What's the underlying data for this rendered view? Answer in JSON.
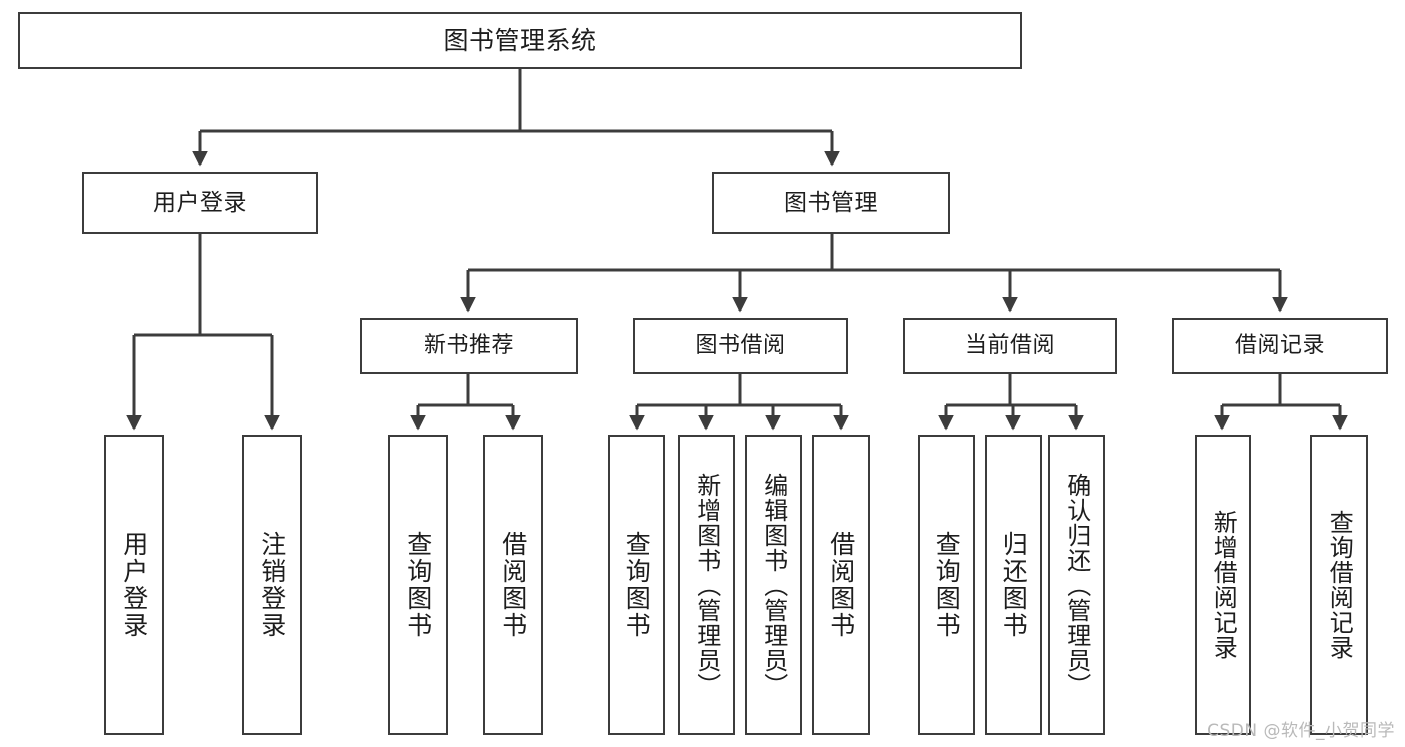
{
  "diagram": {
    "title": "图书管理系统",
    "watermark": "CSDN @软件_小贺同学",
    "colors": {
      "border": "#3c3c3c",
      "background": "#ffffff",
      "text": "#1d1d1d",
      "watermark": "#b9b9b9"
    },
    "root": {
      "label": "图书管理系统"
    },
    "level1": [
      {
        "label": "用户登录"
      },
      {
        "label": "图书管理"
      }
    ],
    "level2": [
      {
        "label": "新书推荐"
      },
      {
        "label": "图书借阅"
      },
      {
        "label": "当前借阅"
      },
      {
        "label": "借阅记录"
      }
    ],
    "leaves": {
      "user_login": [
        {
          "label": "用户登录"
        },
        {
          "label": "注销登录"
        }
      ],
      "new_book_recommend": [
        {
          "label": "查询图书"
        },
        {
          "label": "借阅图书"
        }
      ],
      "book_borrow": [
        {
          "label": "查询图书"
        },
        {
          "label": "新增图书（管理员）"
        },
        {
          "label": "编辑图书（管理员）"
        },
        {
          "label": "借阅图书"
        }
      ],
      "current_borrow": [
        {
          "label": "查询图书"
        },
        {
          "label": "归还图书"
        },
        {
          "label": "确认归还（管理员）"
        }
      ],
      "borrow_record": [
        {
          "label": "新增借阅记录"
        },
        {
          "label": "查询借阅记录"
        }
      ]
    }
  }
}
